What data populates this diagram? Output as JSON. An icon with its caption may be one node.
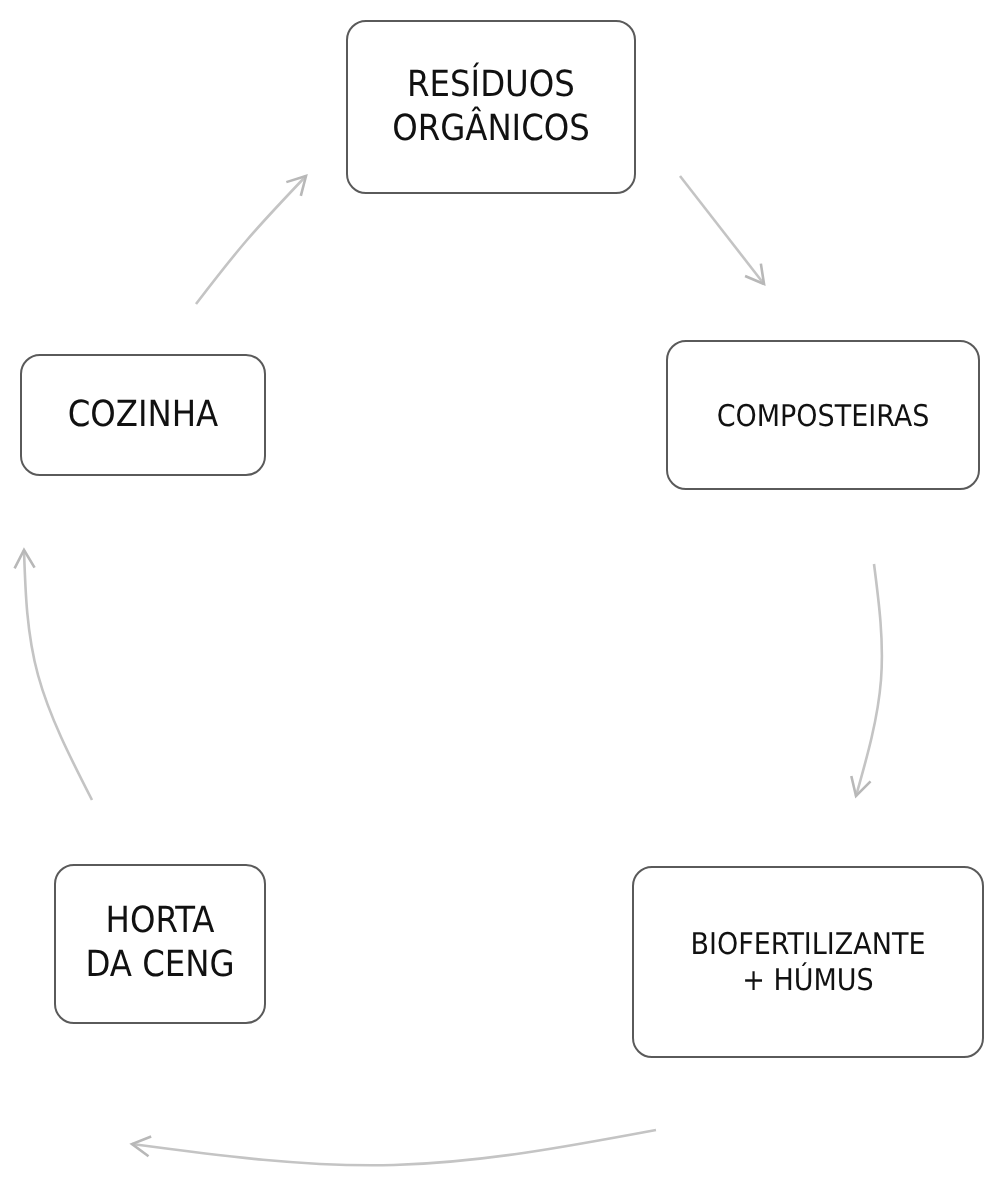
{
  "diagram": {
    "nodes": [
      {
        "text": [
          "RESÍDUOS ORGÂNICOS"
        ]
      },
      {
        "text": [
          "COMPOSTEIRAS"
        ]
      },
      {
        "text": [
          "BIOFERTILIZANTE + HÚMUS"
        ]
      },
      {
        "text": [
          "HORTA DA CENG"
        ]
      },
      {
        "text": [
          "COZINHA"
        ]
      }
    ],
    "edges": [
      {
        "from": 0,
        "to": 1,
        "arrow": "to"
      },
      {
        "from": 1,
        "to": 2,
        "arrow": "to"
      },
      {
        "from": 2,
        "to": 3,
        "arrow": "to"
      },
      {
        "from": 3,
        "to": 4,
        "arrow": "to"
      },
      {
        "from": 4,
        "to": 0,
        "arrow": "to"
      }
    ]
  }
}
